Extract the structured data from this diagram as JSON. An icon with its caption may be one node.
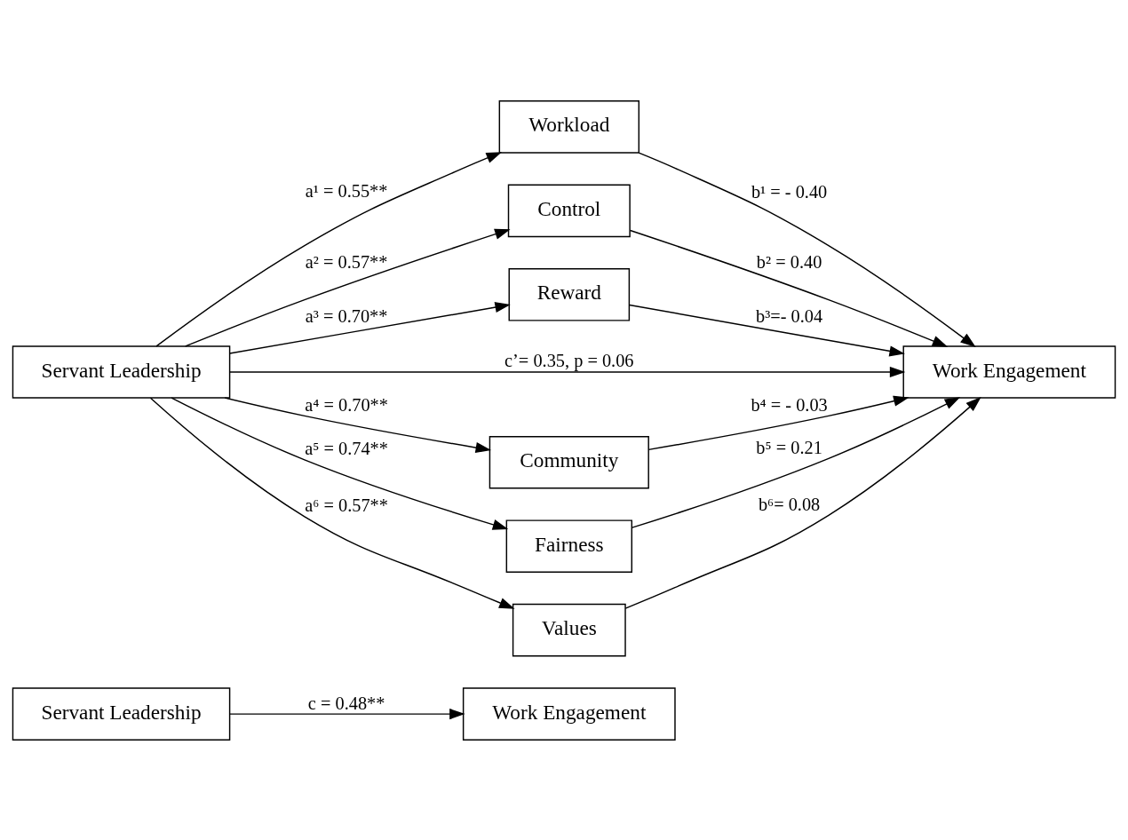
{
  "diagram": {
    "nodes": [
      {
        "text": [
          "Servant Leadership"
        ]
      },
      {
        "text": [
          "Work Engagement"
        ]
      },
      {
        "text": [
          "Workload"
        ]
      },
      {
        "text": [
          "Control"
        ]
      },
      {
        "text": [
          "Reward"
        ]
      },
      {
        "text": [
          "Servant Leadership"
        ]
      },
      {
        "text": [
          "Work Engagement"
        ]
      },
      {
        "text": [
          "Community"
        ]
      },
      {
        "text": [
          "Fairness"
        ]
      },
      {
        "text": [
          "Values"
        ]
      }
    ],
    "edges": [
      {
        "from": 0,
        "to": 1,
        "arrow": "to",
        "label": "c = 0.48**"
      },
      {
        "from": 5,
        "to": 2,
        "arrow": "to",
        "label": "a¹ = 0.55**"
      },
      {
        "from": 5,
        "to": 3,
        "arrow": "to",
        "label": "a² = 0.57**"
      },
      {
        "from": 5,
        "to": 4,
        "arrow": "to",
        "label": "a³ = 0.70**"
      },
      {
        "from": 5,
        "to": 6,
        "arrow": "to",
        "label": "c’= 0.35, p = 0.06"
      },
      {
        "from": 5,
        "to": 7,
        "arrow": "to",
        "label": "a⁴ = 0.70**"
      },
      {
        "from": 5,
        "to": 8,
        "arrow": "to",
        "label": "a⁵ = 0.74**"
      },
      {
        "from": 5,
        "to": 9,
        "arrow": "to",
        "label": "a⁶ = 0.57**"
      },
      {
        "from": 2,
        "to": 6,
        "arrow": "to",
        "label": "b¹ = - 0.40"
      },
      {
        "from": 3,
        "to": 6,
        "arrow": "to",
        "label": "b² = 0.40"
      },
      {
        "from": 4,
        "to": 6,
        "arrow": "to",
        "label": "b³=- 0.04"
      },
      {
        "from": 7,
        "to": 6,
        "arrow": "to",
        "label": "b⁴ = - 0.03"
      },
      {
        "from": 8,
        "to": 6,
        "arrow": "to",
        "label": "b⁵ = 0.21"
      },
      {
        "from": 9,
        "to": 6,
        "arrow": "to",
        "label": "b⁶= 0.08"
      }
    ]
  }
}
